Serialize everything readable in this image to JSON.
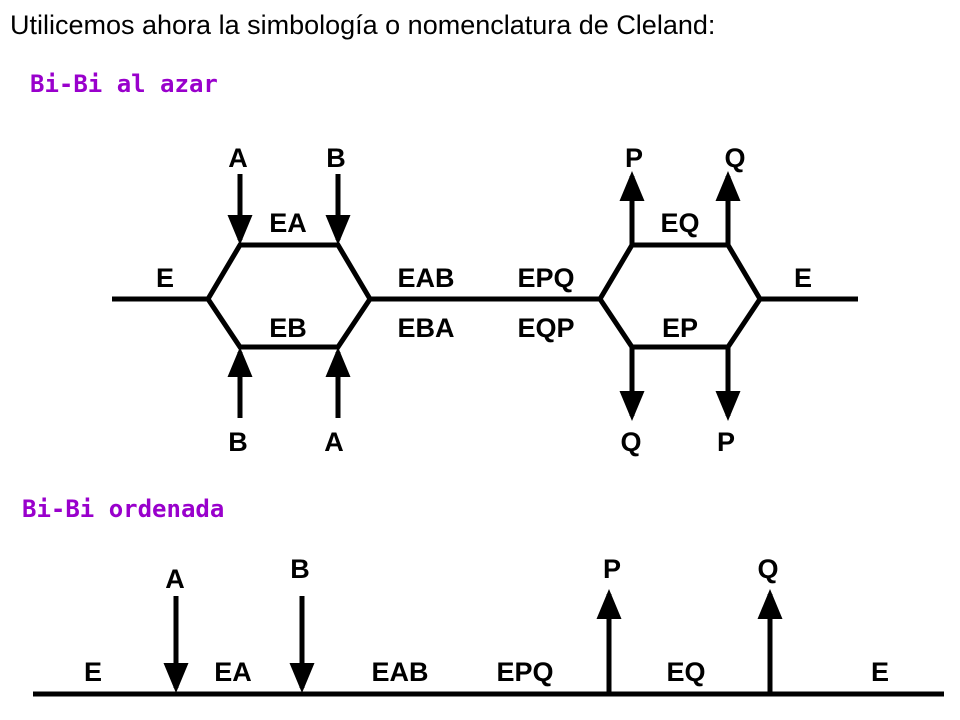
{
  "title": "Utilicemos ahora la simbología o nomenclatura de Cleland:",
  "random": {
    "heading": "Bi-Bi al azar",
    "labels": {
      "top_a": "A",
      "top_b": "B",
      "top_p": "P",
      "top_q": "Q",
      "ea": "EA",
      "eq": "EQ",
      "e_left": "E",
      "eab": "EAB",
      "epq": "EPQ",
      "e_right": "E",
      "eb": "EB",
      "eba": "EBA",
      "eqp": "EQP",
      "ep": "EP",
      "bot_b": "B",
      "bot_a": "A",
      "bot_q": "Q",
      "bot_p": "P"
    }
  },
  "ordered": {
    "heading": "Bi-Bi ordenada",
    "labels": {
      "a": "A",
      "b": "B",
      "p": "P",
      "q": "Q",
      "e_left": "E",
      "ea": "EA",
      "eab": "EAB",
      "epq": "EPQ",
      "eq": "EQ",
      "e_right": "E"
    }
  },
  "colors": {
    "heading": "#9900cc",
    "line": "#000000"
  }
}
